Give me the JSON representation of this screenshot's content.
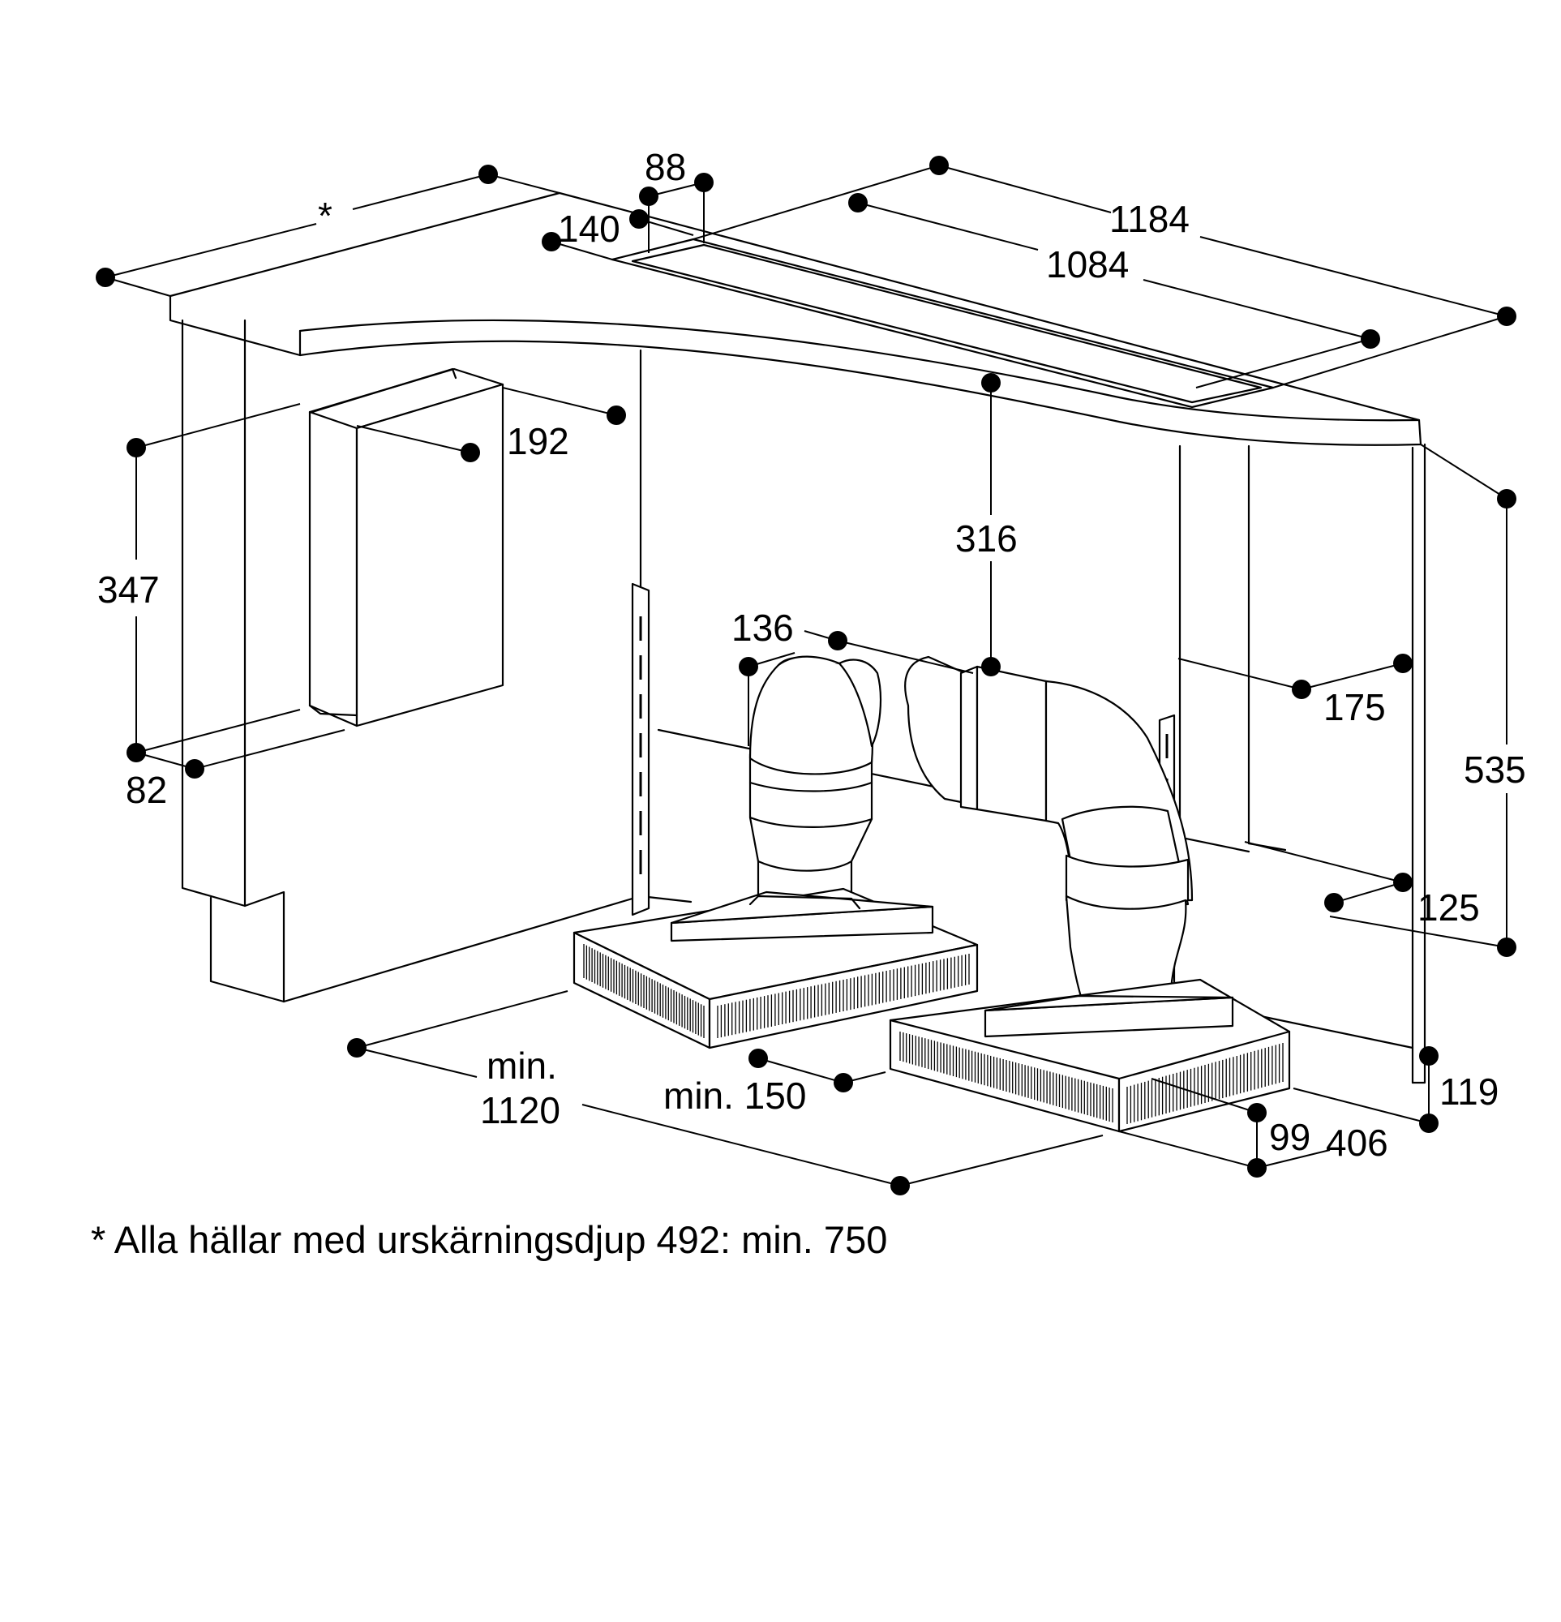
{
  "dimensions": {
    "star": "*",
    "d88": "88",
    "d140": "140",
    "d1184": "1184",
    "d1084": "1084",
    "d192": "192",
    "d347": "347",
    "d82": "82",
    "d316": "316",
    "d136": "136",
    "d175": "175",
    "d535": "535",
    "d125": "125",
    "d119": "119",
    "d99": "99",
    "d406": "406",
    "min1120_line1": "min.",
    "min1120_line2": "1120",
    "min150": "min. 150"
  },
  "footnote": "* Alla hällar med urskärningsdjup 492: min. 750"
}
